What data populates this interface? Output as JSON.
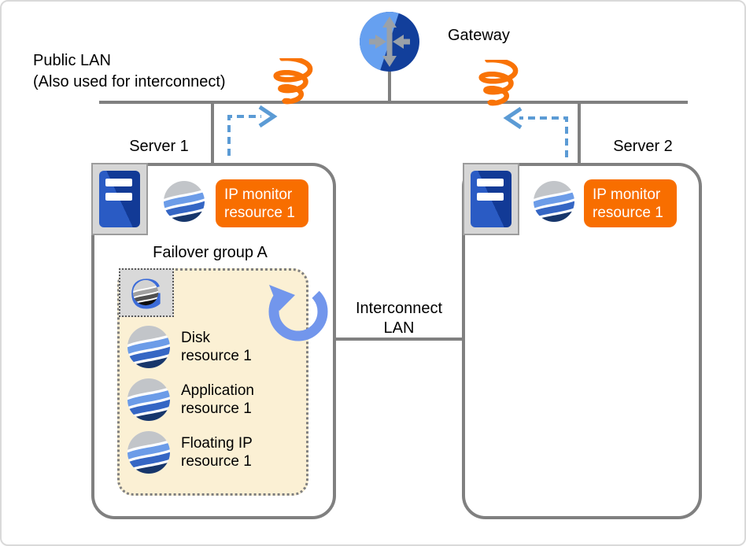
{
  "theme": {
    "colors": {
      "outer-border": "#D9D9D9",
      "line-gray": "#808080",
      "box-border": "#7F7F7F",
      "orange": "#F86E00",
      "coil-orange": "#F97306",
      "arrow-blue": "#5B9BD5",
      "refresh-blue": "#7296EC",
      "beige": "#FBF0D4",
      "sphere-gray": "#C2C5C9",
      "sphere-light": "#6C9CE8",
      "sphere-mid": "#3566C4",
      "sphere-navy": "#17366B",
      "g-blue": "#3B6BD8",
      "server-frame": "#D6D6D6",
      "server-frame-border": "#9C9C9C",
      "server-hi": "#2A5BC4",
      "server-lo": "#123A96",
      "gw-light": "#66A0F0",
      "gw-dark": "#123F9B",
      "gw-arrow": "#9AA1A8",
      "mono-cap": "#D2D2D2",
      "mono-1": "#A0A0A0",
      "mono-2": "#505050",
      "mono-3": "#0E0E0E"
    }
  },
  "diagram": {
    "public_lan_lines": [
      "Public LAN",
      "(Also used for interconnect)"
    ],
    "gateway_label": "Gateway",
    "servers": [
      {
        "name": "Server 1",
        "ip_monitor_label": "IP monitor resource 1"
      },
      {
        "name": "Server 2",
        "ip_monitor_label": "IP monitor resource 1"
      }
    ],
    "failover_group": {
      "title": "Failover group A",
      "group_icon_letter": "G",
      "resources": [
        "Disk resource 1",
        "Application resource 1",
        "Floating IP resource 1"
      ]
    },
    "interconnect_label": "Interconnect LAN",
    "icons": {
      "gateway": "router-circle-with-arrows",
      "coil": "network-disturbance-coil",
      "sphere": "cluster-resource-sphere",
      "group": "failover-group-G-sphere",
      "restart": "circular-restart-arrow",
      "server": "server-tower"
    }
  }
}
